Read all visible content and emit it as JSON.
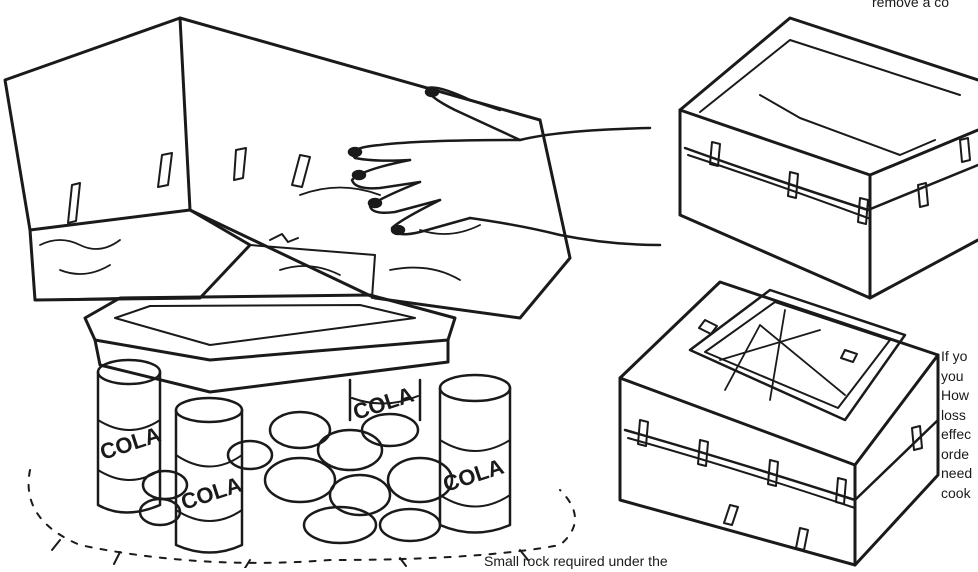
{
  "captions": {
    "top_right": "remove a co",
    "right_lines": [
      "If yo",
      "you",
      "How",
      "loss",
      "effec",
      "orde",
      "need",
      "cook"
    ],
    "bottom": "Small rock required under the"
  },
  "cans": {
    "label": "COLA"
  },
  "colors": {
    "ink": "#1a1a1a",
    "background": "#ffffff"
  }
}
